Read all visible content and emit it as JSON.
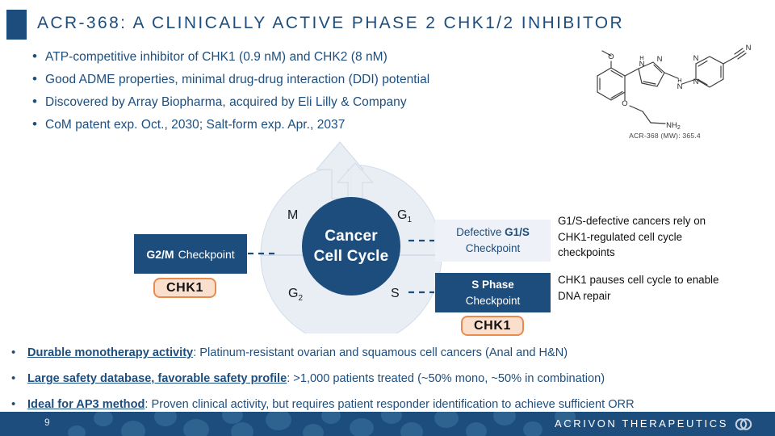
{
  "title": "ACR-368: A CLINICALLY ACTIVE PHASE 2 CHK1/2 INHIBITOR",
  "bullet_marker": "•",
  "top_bullets": [
    "ATP-competitive inhibitor of CHK1 (0.9 nM) and CHK2 (8 nM)",
    "Good ADME properties, minimal drug-drug interaction (DDI) potential",
    "Discovered by Array Biopharma, acquired by Eli Lilly & Company",
    "CoM patent exp. Oct., 2030; Salt-form exp.  Apr., 2037"
  ],
  "structure": {
    "caption": "ACR-368 (MW): 365.4",
    "atom_labels": [
      "O",
      "N",
      "H",
      "N",
      "N",
      "N",
      "N",
      "N",
      "O",
      "NH2"
    ]
  },
  "cycle": {
    "core_line1": "Cancer",
    "core_line2": "Cell Cycle",
    "phase_M": "M",
    "phase_G1": "G",
    "phase_G1_sub": "1",
    "phase_G2": "G",
    "phase_G2_sub": "2",
    "phase_S": "S"
  },
  "boxes": {
    "g2m": {
      "strong": "G2/M",
      "normal": "Checkpoint"
    },
    "g1s": {
      "prefix": "Defective ",
      "strong": "G1/S",
      "second_line": "Checkpoint"
    },
    "sphase": {
      "strong": "S Phase",
      "normal": "Checkpoint"
    }
  },
  "badges": {
    "left": "CHK1",
    "right": "CHK1"
  },
  "annotations": [
    "G1/S-defective cancers rely on CHK1-regulated cell cycle checkpoints",
    "CHK1 pauses cell cycle to enable DNA repair"
  ],
  "bottom_bullets": [
    {
      "lead": "Durable monotherapy activity",
      "rest": ": Platinum-resistant ovarian and squamous cell cancers (Anal and H&N)"
    },
    {
      "lead": "Large safety database, favorable safety profile",
      "rest": ": >1,000 patients treated (~50% mono, ~50% in combination)"
    },
    {
      "lead": "Ideal for AP3 method",
      "rest": ": Proven clinical activity, but requires patient responder identification to achieve sufficient ORR"
    }
  ],
  "footer": {
    "page_number": "9",
    "brand": "ACRIVON THERAPEUTICS",
    "logo": "acrivon-infinity-logo"
  },
  "colors": {
    "navy": "#1d4d7c",
    "navy_text": "#1d4e7e",
    "light_box": "#eef2f8",
    "ring": "#e9eef5",
    "badge_fill": "#fbdfcd",
    "badge_border": "#e98b4e"
  }
}
